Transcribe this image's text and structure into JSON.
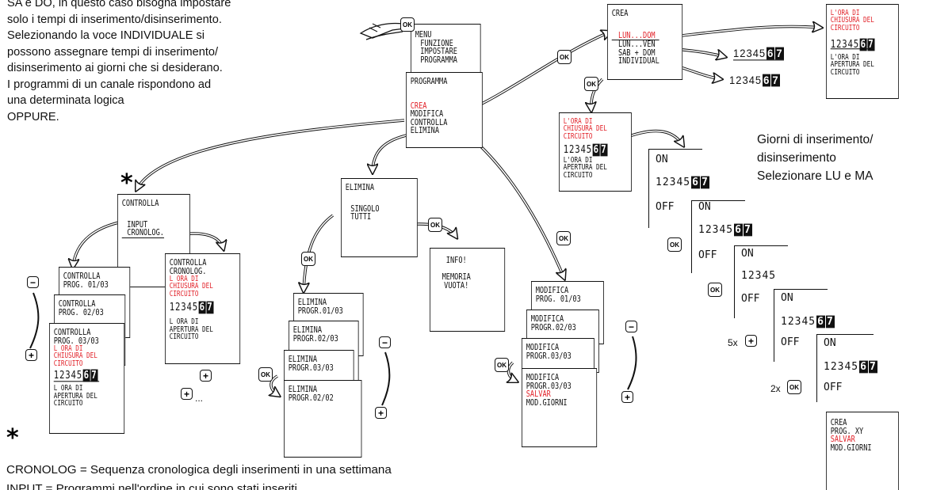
{
  "intro_text": [
    "SA e DO, in questo caso bisogna impostare",
    "solo i tempi di inserimento/disinserimento.",
    "Selezionando la voce INDIVIDUALE si",
    "possono assegnare tempi di inserimento/",
    "disinserimento ai giorni che si desiderano.",
    "I programmi di un canale rispondono ad",
    "una determinata logica",
    "OPPURE."
  ],
  "menu": [
    "MENU",
    "FUNZIONE",
    "IMPOSTARE",
    "PROGRAMMA"
  ],
  "programma": {
    "title": "PROGRAMMA",
    "items": [
      "CREA",
      "MODIFICA",
      "CONTROLLA",
      "ELIMINA"
    ]
  },
  "crea": {
    "title": "CREA",
    "items": [
      "LUN...DOM",
      "LUN...VEN",
      "SAB + DOM",
      "INDIVIDUAL"
    ]
  },
  "days": {
    "normal": "12345",
    "blocks": [
      "6",
      "7"
    ],
    "full": "1234567"
  },
  "ora_chiusura": [
    "L'ORA DI",
    "CHIUSURA DEL",
    "CIRCUITO"
  ],
  "ora_apertura": [
    "L'ORA DI",
    "APERTURA DEL",
    "CIRCUITO"
  ],
  "controlla": {
    "title": "CONTROLLA",
    "items": [
      "INPUT",
      "CRONOLOG."
    ]
  },
  "controlla_stack": [
    [
      "CONTROLLA",
      "PROG. 01/03"
    ],
    [
      "CONTROLLA",
      "PROG. 02/03"
    ],
    [
      "CONTROLLA",
      "PROG. 03/03"
    ]
  ],
  "controlla_cronolog": {
    "title": [
      "CONTROLLA",
      "CRONOLOG."
    ],
    "chiusura": [
      "L ORA DI",
      "CHIUSURA DEL",
      "CIRCUITO"
    ],
    "apertura": [
      "L ORA DI",
      "APERTURA DEL",
      "CIRCUITO"
    ]
  },
  "controlla_prog3": {
    "chiusura": [
      "L ORA DI",
      "CHIUSURA DEL",
      "CIRCUITO"
    ],
    "apertura": [
      "L ORA DI",
      "APERTURA DEL",
      "CIRCUITO"
    ]
  },
  "elimina": {
    "title": "ELIMINA",
    "items": [
      "SINGOLO",
      "TUTTI"
    ]
  },
  "elimina_stack": [
    [
      "ELIMINA",
      "PROGR.01/03"
    ],
    [
      "ELIMINA",
      "PROGR.02/03"
    ],
    [
      "ELIMINA",
      "PROGR.03/03"
    ],
    [
      "ELIMINA",
      "PROGR.02/02"
    ]
  ],
  "info": [
    "INFO!",
    "",
    "MEMORIA",
    "VUOTA!"
  ],
  "modifica_stack": [
    [
      "MODIFICA",
      "PROG. 01/03"
    ],
    [
      "MODIFICA",
      "PROGR.02/03"
    ],
    [
      "MODIFICA",
      "PROGR.03/03"
    ]
  ],
  "modifica_last": [
    "MODIFICA",
    "PROGR.03/03",
    "SALVAR",
    "MOD.GIORNI"
  ],
  "crea_final": [
    "CREA",
    "PROG.    XY",
    "SALVAR",
    "MOD.GIORNI"
  ],
  "giorni_text": [
    "Giorni di inserimento/",
    "disinserimento",
    "Selezionare LU e MA"
  ],
  "on_label": "ON",
  "off_label": "OFF",
  "keys": {
    "ok": "OK",
    "minus": "−",
    "plus": "+",
    "more": "...",
    "five_x": "5x",
    "two_x": "2x"
  },
  "footnote_star": "*",
  "footnote": [
    "CRONOLOG = Sequenza cronologica degli inserimenti in una settimana",
    "INPUT = Programmi nell'ordine in cui sono stati inseriti"
  ]
}
